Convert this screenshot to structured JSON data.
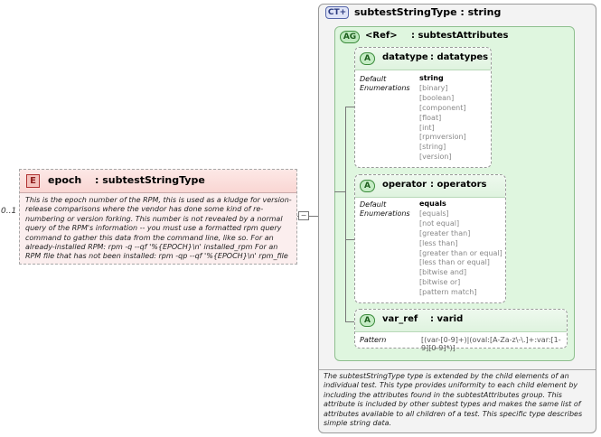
{
  "element": {
    "badge": "E",
    "name": "epoch",
    "type": ": subtestStringType",
    "multiplicity": "0..1",
    "documentation": "This is the epoch number of the RPM, this is used as a kludge for version-release comparisons where the vendor has done some kind of re-numbering or version forking.  This number is not revealed by a normal query of the RPM's information -- you  must use a formatted rpm query command to gather this data from the command  line, like so.  For an already-installed RPM:  rpm -q --qf '%{EPOCH}\\n' installed_rpm  For an RPM file that has not been installed:  rpm -qp --qf '%{EPOCH}\\n' rpm_file"
  },
  "complex_type": {
    "badge": "CT+",
    "title": "subtestStringType : string",
    "documentation": "The subtestStringType type is extended by the child elements of an individual test.  This type provides uniformity to each child element by including the attributes found in the subtestAttributes group.  This attribute is included by other subtest types and makes the same list of attributes available to all children of a test.  This specific type describes simple string data."
  },
  "attribute_group": {
    "badge": "AG",
    "ref": "<Ref>",
    "type": ": subtestAttributes"
  },
  "attributes": [
    {
      "badge": "A",
      "name": "datatype",
      "type": ": datatypes",
      "default_label": "Default",
      "enum_label": "Enumerations",
      "default": "string",
      "enumerations": [
        "[binary]",
        "[boolean]",
        "[component]",
        "[float]",
        "[int]",
        "[rpmversion]",
        "[string]",
        "[version]"
      ]
    },
    {
      "badge": "A",
      "name": "operator",
      "type": ": operators",
      "default_label": "Default",
      "enum_label": "Enumerations",
      "default": "equals",
      "enumerations": [
        "[equals]",
        "[not equal]",
        "[greater than]",
        "[less than]",
        "[greater than or equal]",
        "[less than or equal]",
        "[bitwise and]",
        "[bitwise or]",
        "[pattern match]"
      ]
    },
    {
      "badge": "A",
      "name": "var_ref",
      "type": ": varid",
      "pattern_label": "Pattern",
      "pattern": "[(var-[0-9]+)|(oval:[A-Za-z\\-\\.]+:var:[1-9][0-9]*)]"
    }
  ],
  "colors": {
    "element_fill": "#fbeeee",
    "element_badge": "#b03030",
    "group_fill": "#dff6df",
    "group_border": "#8fbf8f",
    "ct_badge": "#5566aa"
  }
}
